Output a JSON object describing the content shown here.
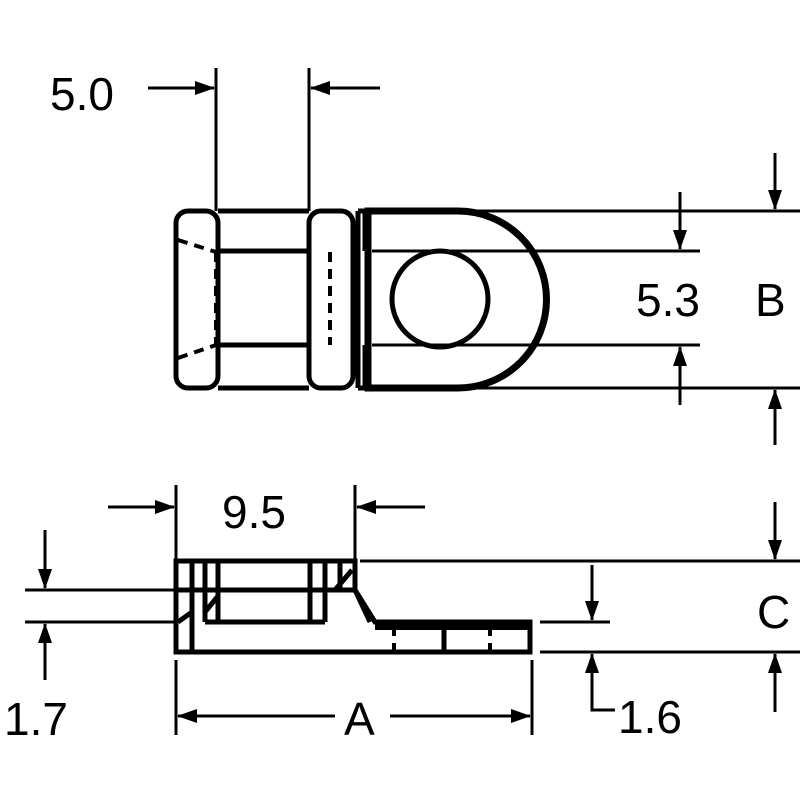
{
  "drawing": {
    "top_view": {
      "dim_width": "5.0",
      "dim_hole": "5.3",
      "dim_B": "B"
    },
    "side_view": {
      "dim_width": "9.5",
      "dim_left": "1.7",
      "dim_A": "A",
      "dim_C": "C",
      "dim_flange": "1.6"
    }
  }
}
